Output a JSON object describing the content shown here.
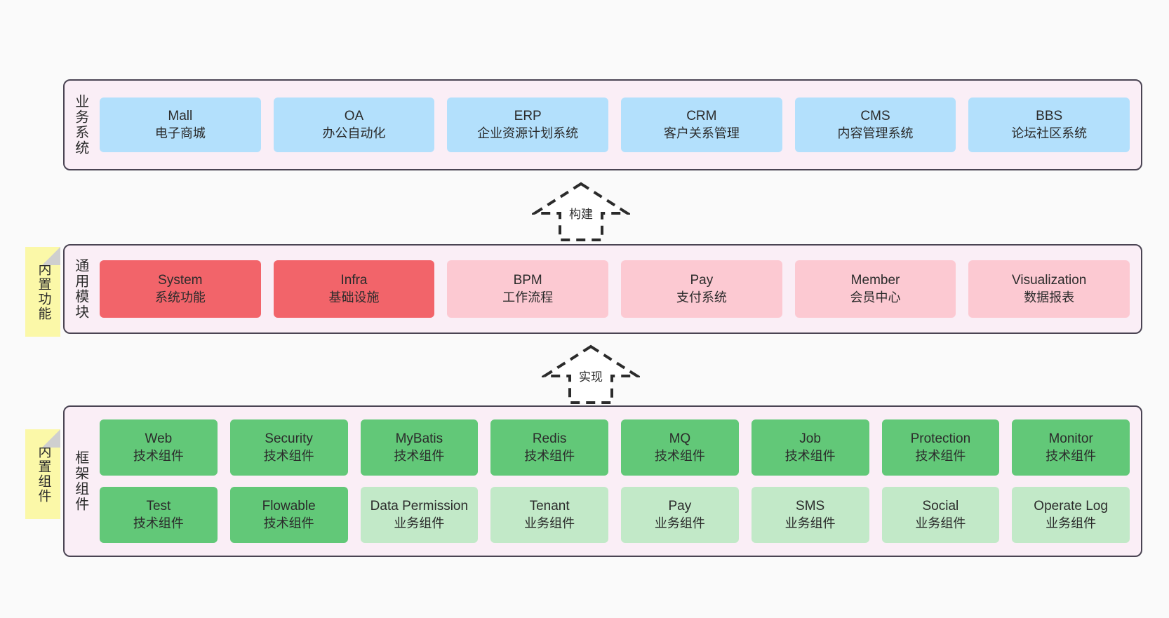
{
  "diagram": {
    "background_color": "#fafafa",
    "panel_color": "#faeef6",
    "panel_border_color": "#4a4453",
    "note_color": "#fbf8a8"
  },
  "layers": [
    {
      "title": "业务系统",
      "accent": "#b3e0fc",
      "rows": [
        {
          "cards": [
            {
              "en": "Mall",
              "cn": "电子商城",
              "style": "c-blue"
            },
            {
              "en": "OA",
              "cn": "办公自动化",
              "style": "c-blue"
            },
            {
              "en": "ERP",
              "cn": "企业资源计划系统",
              "style": "c-blue"
            },
            {
              "en": "CRM",
              "cn": "客户关系管理",
              "style": "c-blue"
            },
            {
              "en": "CMS",
              "cn": "内容管理系统",
              "style": "c-blue"
            },
            {
              "en": "BBS",
              "cn": "论坛社区系统",
              "style": "c-blue"
            }
          ]
        }
      ]
    },
    {
      "title": "通用模块",
      "accent": "#f2646a",
      "note": "内置功能",
      "rows": [
        {
          "cards": [
            {
              "en": "System",
              "cn": "系统功能",
              "style": "c-red"
            },
            {
              "en": "Infra",
              "cn": "基础设施",
              "style": "c-red"
            },
            {
              "en": "BPM",
              "cn": "工作流程",
              "style": "c-pink"
            },
            {
              "en": "Pay",
              "cn": "支付系统",
              "style": "c-pink"
            },
            {
              "en": "Member",
              "cn": "会员中心",
              "style": "c-pink"
            },
            {
              "en": "Visualization",
              "cn": "数据报表",
              "style": "c-pink"
            }
          ]
        }
      ]
    },
    {
      "title": "框架组件",
      "accent": "#62c878",
      "note": "内置组件",
      "rows": [
        {
          "cards": [
            {
              "en": "Web",
              "cn": "技术组件",
              "style": "c-green"
            },
            {
              "en": "Security",
              "cn": "技术组件",
              "style": "c-green"
            },
            {
              "en": "MyBatis",
              "cn": "技术组件",
              "style": "c-green"
            },
            {
              "en": "Redis",
              "cn": "技术组件",
              "style": "c-green"
            },
            {
              "en": "MQ",
              "cn": "技术组件",
              "style": "c-green"
            },
            {
              "en": "Job",
              "cn": "技术组件",
              "style": "c-green"
            },
            {
              "en": "Protection",
              "cn": "技术组件",
              "style": "c-green"
            },
            {
              "en": "Monitor",
              "cn": "技术组件",
              "style": "c-green"
            }
          ]
        },
        {
          "cards": [
            {
              "en": "Test",
              "cn": "技术组件",
              "style": "c-green"
            },
            {
              "en": "Flowable",
              "cn": "技术组件",
              "style": "c-green"
            },
            {
              "en": "Data Permission",
              "cn": "业务组件",
              "style": "c-green-light"
            },
            {
              "en": "Tenant",
              "cn": "业务组件",
              "style": "c-green-light"
            },
            {
              "en": "Pay",
              "cn": "业务组件",
              "style": "c-green-light"
            },
            {
              "en": "SMS",
              "cn": "业务组件",
              "style": "c-green-light"
            },
            {
              "en": "Social",
              "cn": "业务组件",
              "style": "c-green-light"
            },
            {
              "en": "Operate Log",
              "cn": "业务组件",
              "style": "c-green-light"
            }
          ]
        }
      ]
    }
  ],
  "arrows": [
    {
      "label": "构建",
      "direction": "up"
    },
    {
      "label": "实现",
      "direction": "up"
    }
  ]
}
